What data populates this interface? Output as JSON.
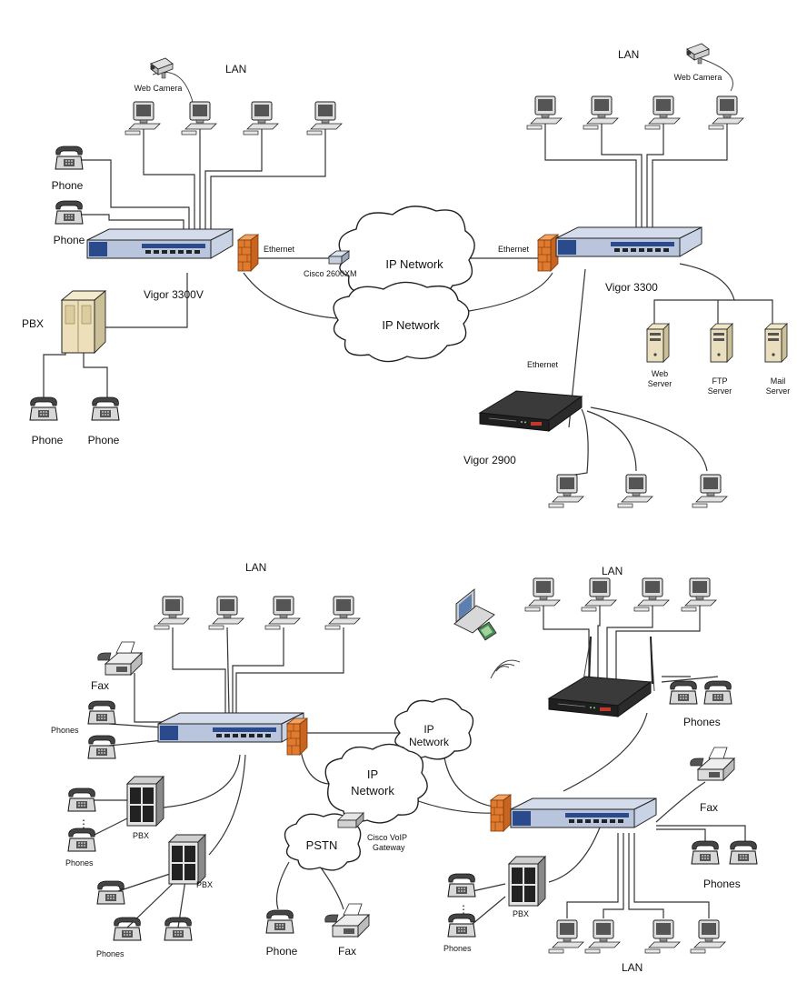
{
  "top_diagram": {
    "lan_left": "LAN",
    "lan_right": "LAN",
    "web_camera_left": "Web Camera",
    "web_camera_right": "Web Camera",
    "phone_1": "Phone",
    "phone_2": "Phone",
    "phone_3": "Phone",
    "phone_4": "Phone",
    "pbx": "PBX",
    "vigor_3300v": "Vigor 3300V",
    "vigor_3300": "Vigor 3300",
    "vigor_2900": "Vigor 2900",
    "ethernet_left": "Ethernet",
    "ethernet_right": "Ethernet",
    "ethernet_bottom": "Ethernet",
    "cisco_2600xm": "Cisco 2600XM",
    "ip_network_top": "IP Network",
    "ip_network_bottom": "IP Network",
    "web_server": [
      "Web",
      "Server"
    ],
    "ftp_server": [
      "FTP",
      "Server"
    ],
    "mail_server": [
      "Mail",
      "Server"
    ]
  },
  "bottom_diagram": {
    "lan_left": "LAN",
    "lan_right_top": "LAN",
    "lan_right_bottom": "LAN",
    "fax_left": "Fax",
    "fax_right": "Fax",
    "fax_pstn": "Fax",
    "phones_left": "Phones",
    "phones_pbx_left": "Phones",
    "phones_pbx_left_2": "Phones",
    "phones_right_top": "Phones",
    "phones_right_mid": "Phones",
    "phones_pbx_right": "Phones",
    "pbx_1": "PBX",
    "pbx_2": "PBX",
    "pbx_3": "PBX",
    "ip_network_small": [
      "IP",
      "Network"
    ],
    "ip_network_large": [
      "IP",
      "Network"
    ],
    "pstn": "PSTN",
    "cisco_voip_gateway": [
      "Cisco VoIP",
      "Gateway"
    ],
    "phone_pstn": "Phone",
    "dots": "⋮"
  },
  "colors": {
    "router_blue": "#2a4a8c",
    "router_body": "#c9d3e6",
    "firewall": "#e07a2e",
    "router_dark": "#2b2b2b",
    "router_red": "#c0392b"
  }
}
